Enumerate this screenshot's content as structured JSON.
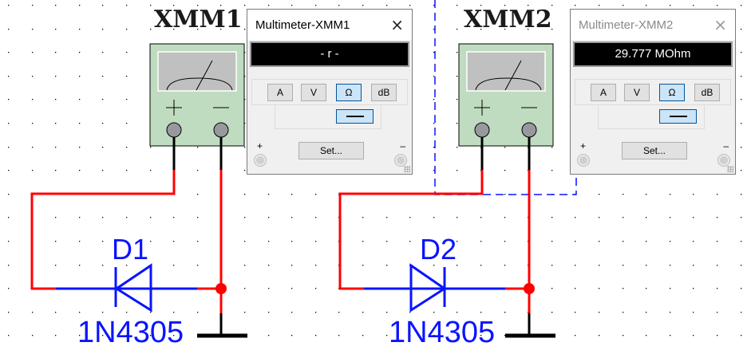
{
  "schematic": {
    "instruments": [
      {
        "ref": "XMM1",
        "terminal_plus": "+",
        "terminal_minus": "—"
      },
      {
        "ref": "XMM2",
        "terminal_plus": "+",
        "terminal_minus": "—"
      }
    ],
    "components": [
      {
        "ref": "D1",
        "model": "1N4305"
      },
      {
        "ref": "D2",
        "model": "1N4305"
      }
    ],
    "colors": {
      "wire": "#ff0000",
      "component": "#0a14ff",
      "meter_body": "#c0dcc0",
      "meter_dial": "#c0c0c0",
      "selection": "#0a14ff",
      "junction": "#ff0000"
    }
  },
  "windows": [
    {
      "title": "Multimeter-XMM1",
      "active": true,
      "close_icon": "×",
      "display": "- r -",
      "modes": [
        "A",
        "V",
        "Ω",
        "dB"
      ],
      "selected_mode": "Ω",
      "signal": "DC",
      "set_label": "Set...",
      "plus_label": "+",
      "minus_label": "–"
    },
    {
      "title": "Multimeter-XMM2",
      "active": false,
      "close_icon": "×",
      "display": "29.777 MOhm",
      "modes": [
        "A",
        "V",
        "Ω",
        "dB"
      ],
      "selected_mode": "Ω",
      "signal": "DC",
      "set_label": "Set...",
      "plus_label": "+",
      "minus_label": "–"
    }
  ]
}
